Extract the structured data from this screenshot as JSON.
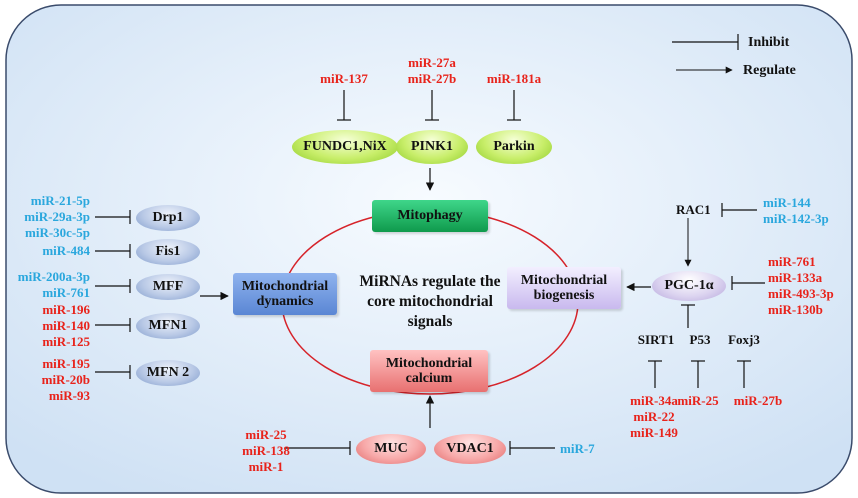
{
  "legend": {
    "inhibit": "Inhibit",
    "regulate": "Regulate"
  },
  "center": [
    "MiRNAs regulate the",
    "core mitochondrial",
    "signals"
  ],
  "boxes": {
    "mitophagy": "Mitophagy",
    "dynamics": [
      "Mitochondrial",
      "dynamics"
    ],
    "biogenesis": [
      "Mitochondrial",
      "biogenesis"
    ],
    "calcium": [
      "Mitochondrial",
      "calcium"
    ]
  },
  "top": {
    "nodes": [
      "FUNDC1,NiX",
      "PINK1",
      "Parkin"
    ],
    "mir137": "miR-137",
    "mir27": [
      "miR-27a",
      "miR-27b"
    ],
    "mir181a": "miR-181a"
  },
  "left": {
    "nodes": [
      "Drp1",
      "Fis1",
      "MFF",
      "MFN1",
      "MFN 2"
    ],
    "drp1_mirs": [
      "miR-21-5p",
      "miR-29a-3p",
      "miR-30c-5p"
    ],
    "fis1_mirs": [
      "miR-484"
    ],
    "mff_mirs": [
      "miR-200a-3p",
      "miR-761"
    ],
    "mfn1_mirs": [
      "miR-196",
      "miR-140",
      "miR-125"
    ],
    "mfn2_mirs": [
      "miR-195",
      "miR-20b",
      "miR-93"
    ]
  },
  "right": {
    "rac1": "RAC1",
    "rac1_mirs": [
      "miR-144",
      "miR-142-3p"
    ],
    "pgc": "PGC-1α",
    "pgc_mirs": [
      "miR-761",
      "miR-133a",
      "miR-493-3p",
      "miR-130b"
    ],
    "sirt1": "SIRT1",
    "p53": "P53",
    "foxj3": "Foxj3",
    "sirt1_mirs": [
      "miR-34a",
      "miR-22",
      "miR-149"
    ],
    "p53_mirs": [
      "miR-25"
    ],
    "foxj3_mirs": [
      "miR-27b"
    ]
  },
  "bottom": {
    "nodes": [
      "MUC",
      "VDAC1"
    ],
    "muc_mirs": [
      "miR-25",
      "miR-138",
      "miR-1"
    ],
    "vdac1_mirs": [
      "miR-7"
    ]
  },
  "colors": {
    "red": "#e8231b",
    "blue": "#2aa7dd",
    "panel": "#dceaf8"
  }
}
